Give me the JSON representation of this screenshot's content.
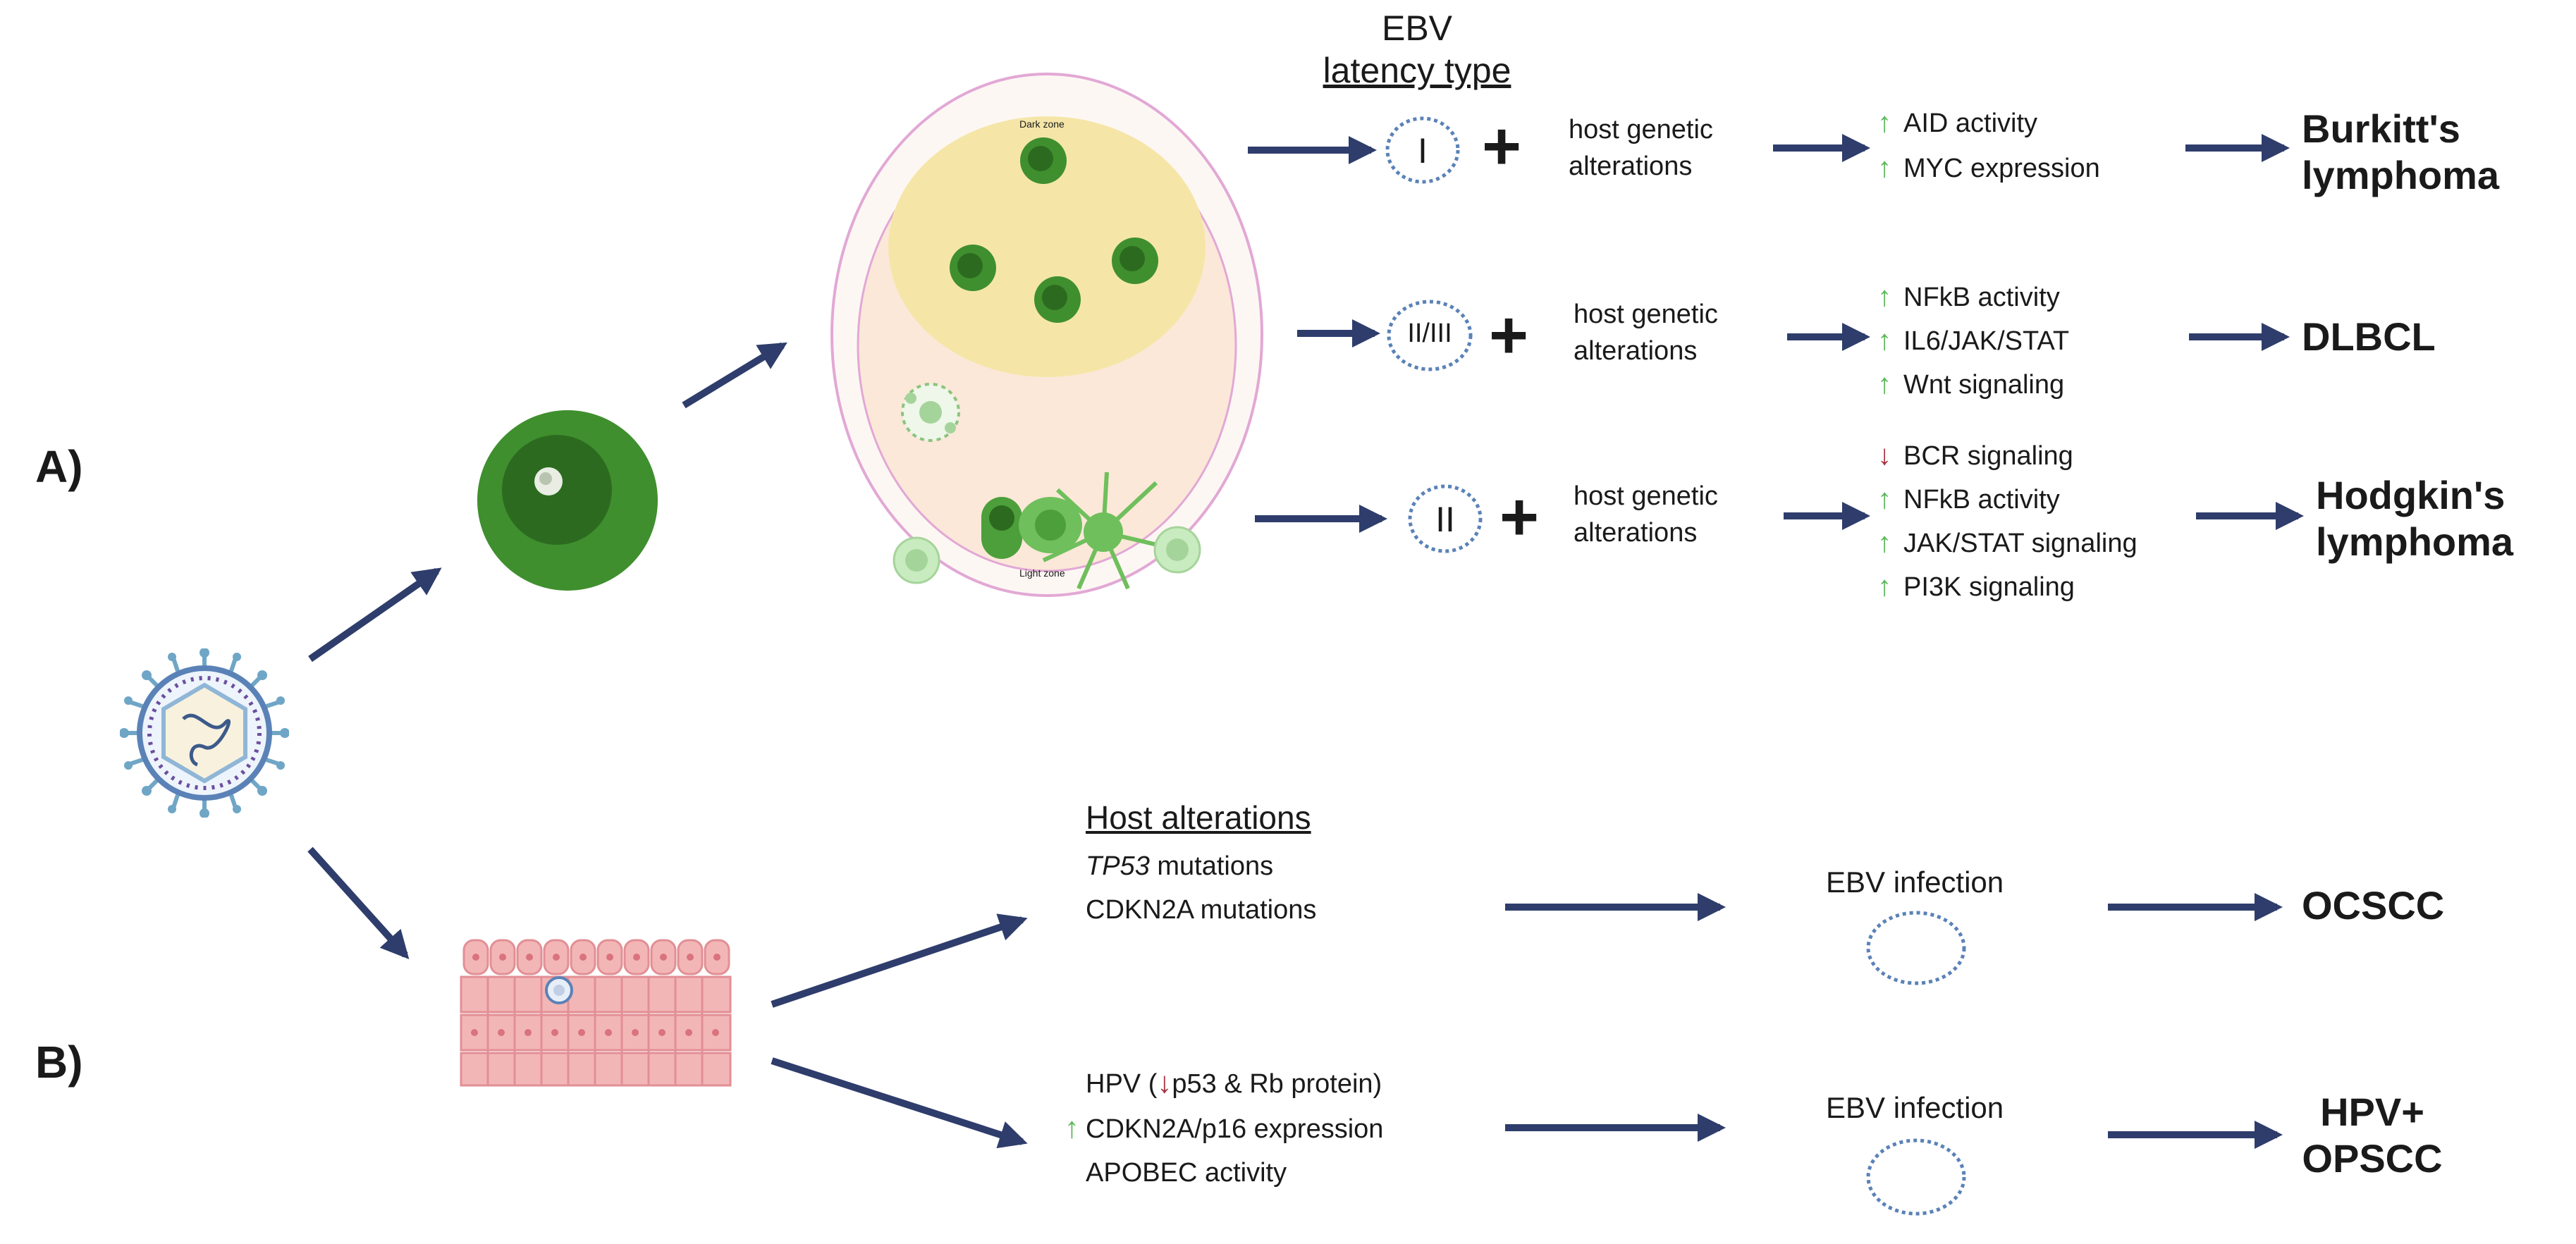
{
  "panel_labels": {
    "a": "A)",
    "b": "B)"
  },
  "ebv_header": {
    "line1": "EBV",
    "line2": "latency type"
  },
  "germinal_center": {
    "dark_zone": "Dark zone",
    "light_zone": "Light zone"
  },
  "lymphoma_rows": [
    {
      "latency": "I",
      "host_line1": "host genetic",
      "host_line2": "alterations",
      "effects": [
        {
          "dir": "up",
          "text": "AID activity"
        },
        {
          "dir": "up",
          "text": "MYC expression"
        }
      ],
      "outcome_line1": "Burkitt's",
      "outcome_line2": "lymphoma"
    },
    {
      "latency": "II/III",
      "host_line1": "host genetic",
      "host_line2": "alterations",
      "effects": [
        {
          "dir": "up",
          "text": "NFkB activity"
        },
        {
          "dir": "up",
          "text": "IL6/JAK/STAT"
        },
        {
          "dir": "up",
          "text": "Wnt signaling"
        }
      ],
      "outcome_line1": "DLBCL",
      "outcome_line2": ""
    },
    {
      "latency": "II",
      "host_line1": "host genetic",
      "host_line2": "alterations",
      "effects": [
        {
          "dir": "down",
          "text": "BCR signaling"
        },
        {
          "dir": "up",
          "text": "NFkB activity"
        },
        {
          "dir": "up",
          "text": "JAK/STAT signaling"
        },
        {
          "dir": "up",
          "text": "PI3K signaling"
        }
      ],
      "outcome_line1": "Hodgkin's",
      "outcome_line2": "lymphoma"
    }
  ],
  "carcinoma_rows": [
    {
      "heading": "Host alterations",
      "lines": [
        {
          "italic": "TP53",
          "rest": " mutations"
        },
        {
          "italic": "",
          "rest": "CDKN2A mutations"
        }
      ],
      "infection": "EBV infection",
      "outcome_line1": "OCSCC",
      "outcome_line2": ""
    },
    {
      "heading": "",
      "hpv_prefix": "HPV (",
      "hpv_suffix": "p53 &  Rb protein)",
      "line2": "CDKN2A/p16 expression",
      "line3": "APOBEC activity",
      "infection": "EBV infection",
      "outcome_line1": "HPV+",
      "outcome_line2": "OPSCC"
    }
  ],
  "colors": {
    "arrow": "#2e3d6b",
    "up_arrow": "#5cb85c",
    "down_arrow": "#a8323e",
    "b_cell_outer": "#3f8f2e",
    "b_cell_inner": "#2c6b1f",
    "dark_zone": "#f5e6a8",
    "light_zone": "#fbe8d9",
    "epithelium": "#f3b6b6"
  },
  "icons": {
    "virus": "ebv-virion-icon",
    "b_cell": "b-cell-icon",
    "germinal_center": "germinal-center-icon",
    "epithelium": "epithelial-tissue-icon",
    "episome": "episome-icon"
  }
}
